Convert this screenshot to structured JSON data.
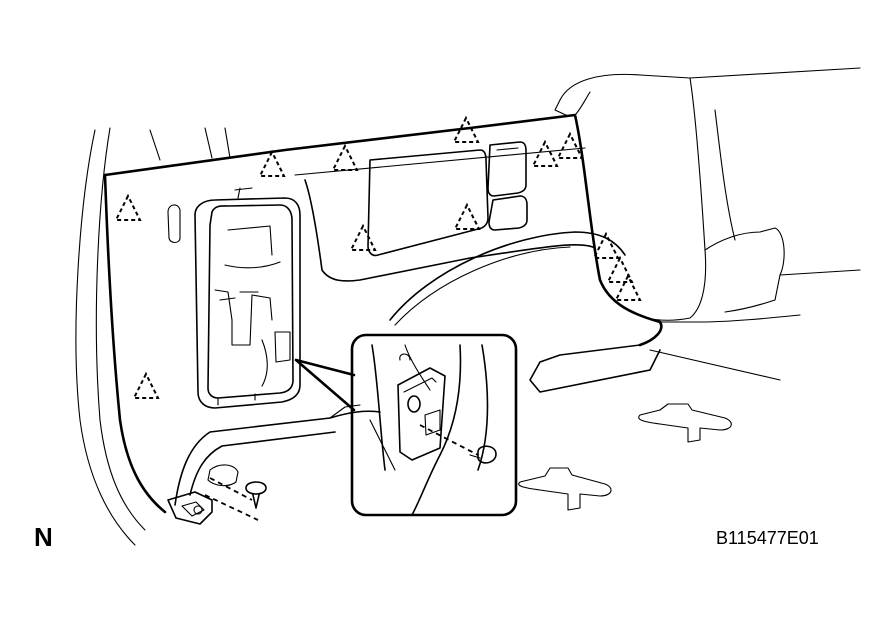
{
  "view_label": "N",
  "figure_code": "B115477E01",
  "colors": {
    "line": "#000000",
    "background": "#ffffff"
  },
  "icons": {
    "clip_marker": "dashed-triangle-icon",
    "clip": "push-clip-icon"
  },
  "detail_callout": "clip-detail-callout"
}
